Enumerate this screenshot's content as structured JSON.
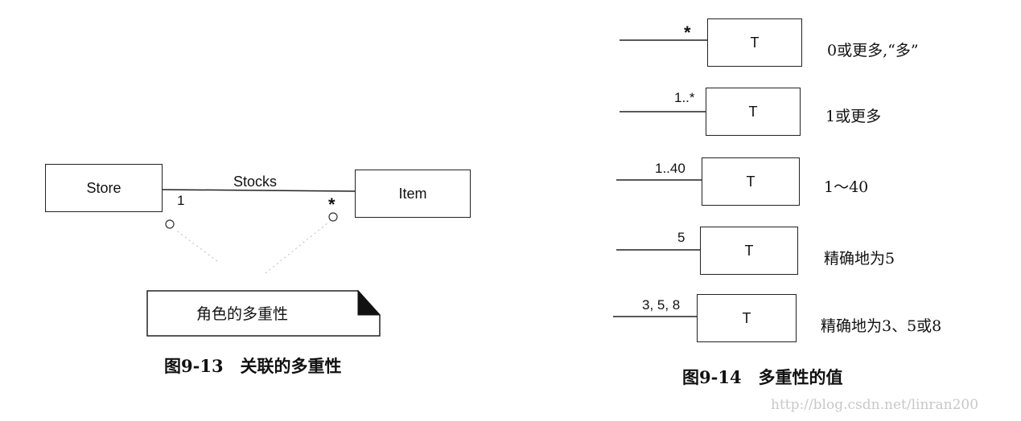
{
  "fig13": {
    "class_left": "Store",
    "class_right": "Item",
    "association": "Stocks",
    "mult_left": "1",
    "mult_right": "*",
    "note": "角色的多重性",
    "caption": "图9-13　关联的多重性"
  },
  "fig14": {
    "caption": "图9-14　多重性的值",
    "rows": [
      {
        "mult": "*",
        "class": "T",
        "desc": "0或更多,“多”"
      },
      {
        "mult": "1..*",
        "class": "T",
        "desc": "1或更多"
      },
      {
        "mult": "1..40",
        "class": "T",
        "desc": "1～40"
      },
      {
        "mult": "5",
        "class": "T",
        "desc": "精确地为5"
      },
      {
        "mult": "3, 5, 8",
        "class": "T",
        "desc": "精确地为3、5或8"
      }
    ]
  },
  "watermark": "http://blog.csdn.net/linran200"
}
